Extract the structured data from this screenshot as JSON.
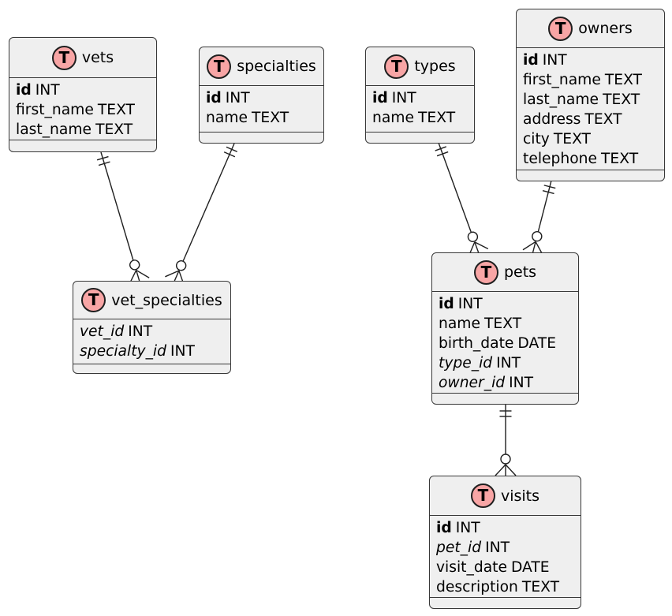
{
  "diagram": {
    "type": "entity-relationship",
    "background_color": "#ffffff",
    "colors": {
      "table_fill": "#efefef",
      "table_border": "#383838",
      "icon_fill": "#f8a5a5",
      "icon_border": "#1f1f1f",
      "line": "#1f1f1f",
      "text": "#000000"
    },
    "icon_letter": "T",
    "tables": [
      {
        "title": "vets",
        "columns": [
          {
            "name": "id",
            "type": "INT",
            "key": "primary"
          },
          {
            "name": "first_name",
            "type": "TEXT",
            "key": "none"
          },
          {
            "name": "last_name",
            "type": "TEXT",
            "key": "none"
          }
        ]
      },
      {
        "title": "specialties",
        "columns": [
          {
            "name": "id",
            "type": "INT",
            "key": "primary"
          },
          {
            "name": "name",
            "type": "TEXT",
            "key": "none"
          }
        ]
      },
      {
        "title": "types",
        "columns": [
          {
            "name": "id",
            "type": "INT",
            "key": "primary"
          },
          {
            "name": "name",
            "type": "TEXT",
            "key": "none"
          }
        ]
      },
      {
        "title": "owners",
        "columns": [
          {
            "name": "id",
            "type": "INT",
            "key": "primary"
          },
          {
            "name": "first_name",
            "type": "TEXT",
            "key": "none"
          },
          {
            "name": "last_name",
            "type": "TEXT",
            "key": "none"
          },
          {
            "name": "address",
            "type": "TEXT",
            "key": "none"
          },
          {
            "name": "city",
            "type": "TEXT",
            "key": "none"
          },
          {
            "name": "telephone",
            "type": "TEXT",
            "key": "none"
          }
        ]
      },
      {
        "title": "vet_specialties",
        "columns": [
          {
            "name": "vet_id",
            "type": "INT",
            "key": "foreign"
          },
          {
            "name": "specialty_id",
            "type": "INT",
            "key": "foreign"
          }
        ]
      },
      {
        "title": "pets",
        "columns": [
          {
            "name": "id",
            "type": "INT",
            "key": "primary"
          },
          {
            "name": "name",
            "type": "TEXT",
            "key": "none"
          },
          {
            "name": "birth_date",
            "type": "DATE",
            "key": "none"
          },
          {
            "name": "type_id",
            "type": "INT",
            "key": "foreign"
          },
          {
            "name": "owner_id",
            "type": "INT",
            "key": "foreign"
          }
        ]
      },
      {
        "title": "visits",
        "columns": [
          {
            "name": "id",
            "type": "INT",
            "key": "primary"
          },
          {
            "name": "pet_id",
            "type": "INT",
            "key": "foreign"
          },
          {
            "name": "visit_date",
            "type": "DATE",
            "key": "none"
          },
          {
            "name": "description",
            "type": "TEXT",
            "key": "none"
          }
        ]
      }
    ],
    "relationships": [
      {
        "parent": "vets",
        "child": "vet_specialties",
        "parent_cardinality": "exactly-one",
        "child_cardinality": "zero-or-many"
      },
      {
        "parent": "specialties",
        "child": "vet_specialties",
        "parent_cardinality": "exactly-one",
        "child_cardinality": "zero-or-many"
      },
      {
        "parent": "types",
        "child": "pets",
        "parent_cardinality": "exactly-one",
        "child_cardinality": "zero-or-many"
      },
      {
        "parent": "owners",
        "child": "pets",
        "parent_cardinality": "exactly-one",
        "child_cardinality": "zero-or-many"
      },
      {
        "parent": "pets",
        "child": "visits",
        "parent_cardinality": "exactly-one",
        "child_cardinality": "zero-or-many"
      }
    ]
  }
}
